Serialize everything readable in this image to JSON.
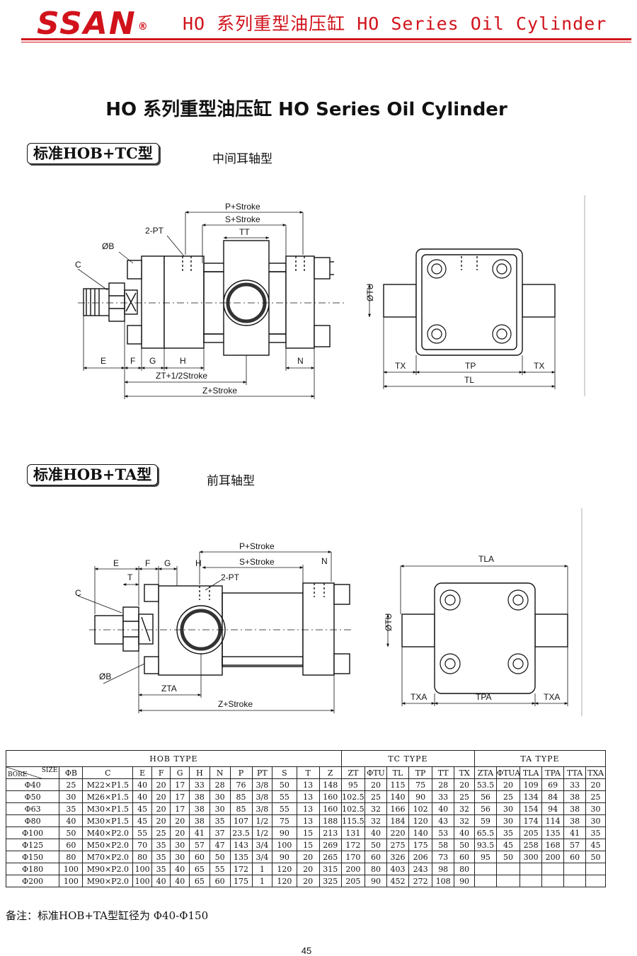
{
  "header": {
    "brand": "SSAN",
    "registered": "®",
    "title": "HO 系列重型油压缸  HO Series Oil Cylinder"
  },
  "page_title": "HO 系列重型油压缸  HO Series Oil Cylinder",
  "sections": {
    "tc": {
      "label": "标准HOB+TC型",
      "subtitle": "中间耳轴型"
    },
    "ta": {
      "label": "标准HOB+TA型",
      "subtitle": "前耳轴型"
    }
  },
  "drawing_tc": {
    "p_stroke": "P+Stroke",
    "s_stroke": "S+Stroke",
    "tt": "TT",
    "pt": "2-PT",
    "b": "ØB",
    "c": "C",
    "e": "E",
    "f": "F",
    "g": "G",
    "h": "H",
    "n": "N",
    "zt": "ZT+1/2Stroke",
    "z": "Z+Stroke",
    "tu": "ØTU",
    "tx_left": "TX",
    "tp": "TP",
    "tx_right": "TX",
    "tl": "TL"
  },
  "drawing_ta": {
    "p_stroke": "P+Stroke",
    "s_stroke": "S+Stroke",
    "pt": "2-PT",
    "e": "E",
    "f": "F",
    "g": "G",
    "h": "H",
    "n": "N",
    "t": "T",
    "c": "C",
    "b": "ØB",
    "zta": "ZTA",
    "z": "Z+Stroke",
    "tla": "TLA",
    "tu": "ØTU",
    "txa_left": "TXA",
    "tpa": "TPA",
    "txa_right": "TXA"
  },
  "table": {
    "group_hob": "HOB TYPE",
    "group_tc": "TC TYPE",
    "group_ta": "TA TYPE",
    "corner_size": "SIZE",
    "corner_bore": "BORE",
    "columns": [
      "ΦB",
      "C",
      "E",
      "F",
      "G",
      "H",
      "N",
      "P",
      "PT",
      "S",
      "T",
      "Z",
      "ZT",
      "ΦTU",
      "TL",
      "TP",
      "TT",
      "TX",
      "ZTA",
      "ΦTUA",
      "TLA",
      "TPA",
      "TTA",
      "TXA"
    ],
    "rows": [
      [
        "Φ40",
        "25",
        "M22×P1.5",
        "40",
        "20",
        "17",
        "33",
        "28",
        "76",
        "3/8",
        "50",
        "13",
        "148",
        "95",
        "20",
        "115",
        "75",
        "28",
        "20",
        "53.5",
        "20",
        "109",
        "69",
        "33",
        "20"
      ],
      [
        "Φ50",
        "30",
        "M26×P1.5",
        "40",
        "20",
        "17",
        "38",
        "30",
        "85",
        "3/8",
        "55",
        "13",
        "160",
        "102.5",
        "25",
        "140",
        "90",
        "33",
        "25",
        "56",
        "25",
        "134",
        "84",
        "38",
        "25"
      ],
      [
        "Φ63",
        "35",
        "M30×P1.5",
        "45",
        "20",
        "17",
        "38",
        "30",
        "85",
        "3/8",
        "55",
        "13",
        "160",
        "102.5",
        "32",
        "166",
        "102",
        "40",
        "32",
        "56",
        "30",
        "154",
        "94",
        "38",
        "30"
      ],
      [
        "Φ80",
        "40",
        "M30×P1.5",
        "45",
        "20",
        "20",
        "38",
        "35",
        "107",
        "1/2",
        "75",
        "13",
        "188",
        "115.5",
        "32",
        "184",
        "120",
        "43",
        "32",
        "59",
        "30",
        "174",
        "114",
        "38",
        "30"
      ],
      [
        "Φ100",
        "50",
        "M40×P2.0",
        "55",
        "25",
        "20",
        "41",
        "37",
        "23.5",
        "1/2",
        "90",
        "15",
        "213",
        "131",
        "40",
        "220",
        "140",
        "53",
        "40",
        "65.5",
        "35",
        "205",
        "135",
        "41",
        "35"
      ],
      [
        "Φ125",
        "60",
        "M50×P2.0",
        "70",
        "35",
        "30",
        "57",
        "47",
        "143",
        "3/4",
        "100",
        "15",
        "269",
        "172",
        "50",
        "275",
        "175",
        "58",
        "50",
        "93.5",
        "45",
        "258",
        "168",
        "57",
        "45"
      ],
      [
        "Φ150",
        "80",
        "M70×P2.0",
        "80",
        "35",
        "30",
        "60",
        "50",
        "135",
        "3/4",
        "90",
        "20",
        "265",
        "170",
        "60",
        "326",
        "206",
        "73",
        "60",
        "95",
        "50",
        "300",
        "200",
        "60",
        "50"
      ],
      [
        "Φ180",
        "100",
        "M90×P2.0",
        "100",
        "35",
        "40",
        "65",
        "55",
        "172",
        "1",
        "120",
        "20",
        "315",
        "200",
        "80",
        "403",
        "243",
        "98",
        "80",
        "",
        "",
        "",
        "",
        "",
        ""
      ],
      [
        "Φ200",
        "100",
        "M90×P2.0",
        "100",
        "40",
        "40",
        "65",
        "60",
        "175",
        "1",
        "120",
        "20",
        "325",
        "205",
        "90",
        "452",
        "272",
        "108",
        "90",
        "",
        "",
        "",
        "",
        "",
        ""
      ]
    ]
  },
  "remark": "备注：标准HOB+TA型缸径为 Φ40-Φ150",
  "page_number": "45"
}
